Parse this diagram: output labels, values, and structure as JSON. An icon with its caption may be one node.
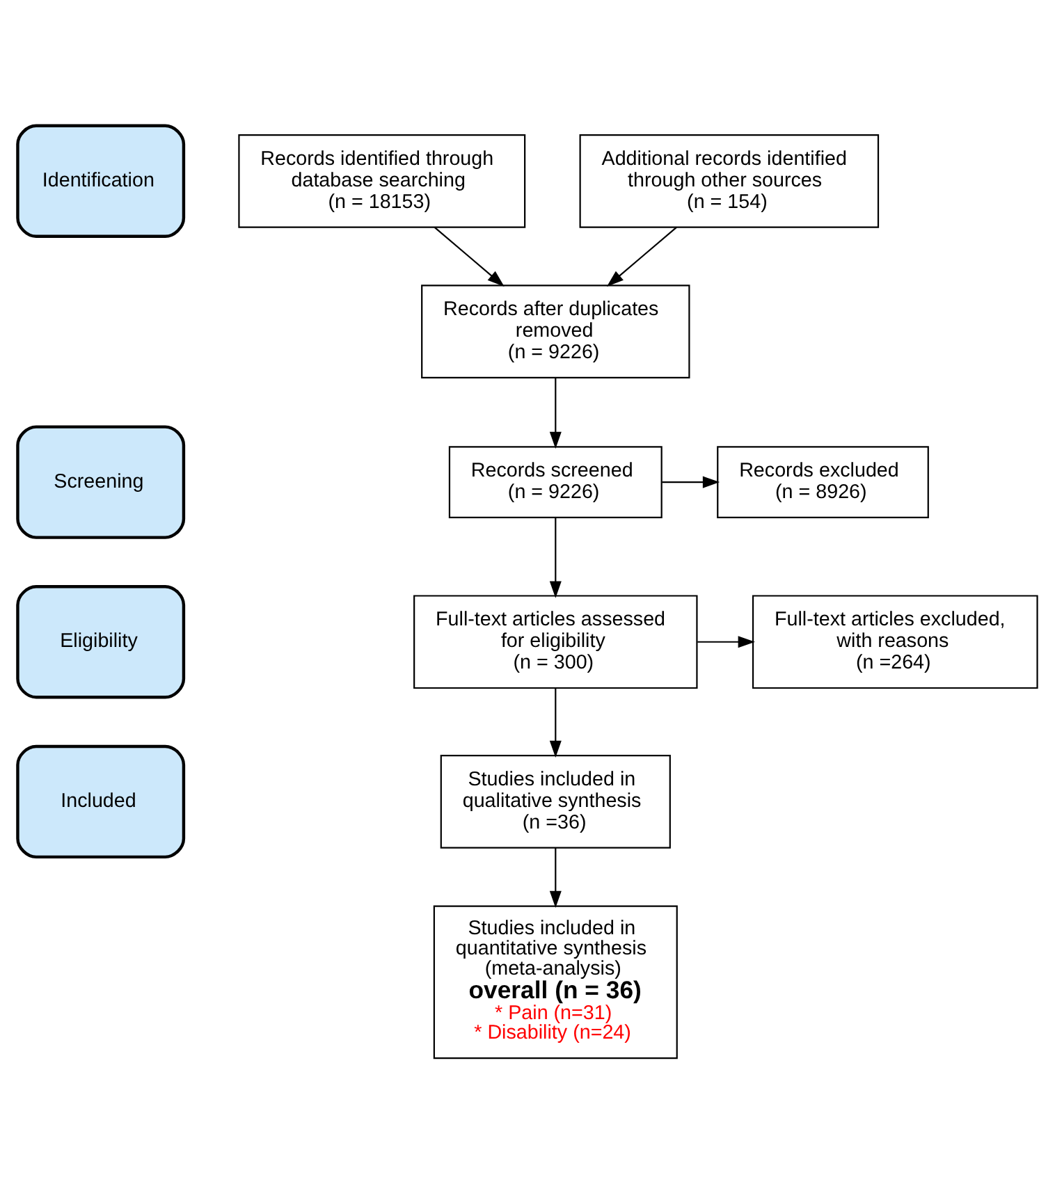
{
  "diagram": {
    "nodes": [
      {
        "text": [
          "Identification"
        ]
      },
      {
        "text": [
          "Screening"
        ]
      },
      {
        "text": [
          "Eligibility"
        ]
      },
      {
        "text": [
          "Included"
        ]
      },
      {
        "text": [
          "Records identified through database searching",
          "(n = 18153)"
        ]
      },
      {
        "text": [
          "Additional records identified through other sources",
          "(n = 154)"
        ]
      },
      {
        "text": [
          "Records after duplicates removed",
          "(n = 9226)"
        ]
      },
      {
        "text": [
          "Records screened",
          "(n = 9226)"
        ]
      },
      {
        "text": [
          "Records excluded",
          "(n = 8926)"
        ]
      },
      {
        "text": [
          "Full-text articles assessed for eligibility",
          "(n = 300)"
        ]
      },
      {
        "text": [
          "Full-text articles excluded, with reasons",
          "(n =264)"
        ]
      },
      {
        "text": [
          "Studies included in qualitative synthesis",
          "(n =36)"
        ]
      },
      {
        "text": [
          "Studies included in quantitative synthesis (meta-analysis)",
          "overall (n = 36)",
          "* Pain (n=31)",
          "* Disability (n=24)"
        ]
      }
    ],
    "edges": [
      {
        "from": 4,
        "to": 6,
        "arrow": "to"
      },
      {
        "from": 5,
        "to": 6,
        "arrow": "to"
      },
      {
        "from": 6,
        "to": 7,
        "arrow": "to"
      },
      {
        "from": 7,
        "to": 8,
        "arrow": "to"
      },
      {
        "from": 7,
        "to": 9,
        "arrow": "to"
      },
      {
        "from": 9,
        "to": 10,
        "arrow": "to"
      },
      {
        "from": 9,
        "to": 11,
        "arrow": "to"
      },
      {
        "from": 11,
        "to": 12,
        "arrow": "to"
      }
    ]
  }
}
